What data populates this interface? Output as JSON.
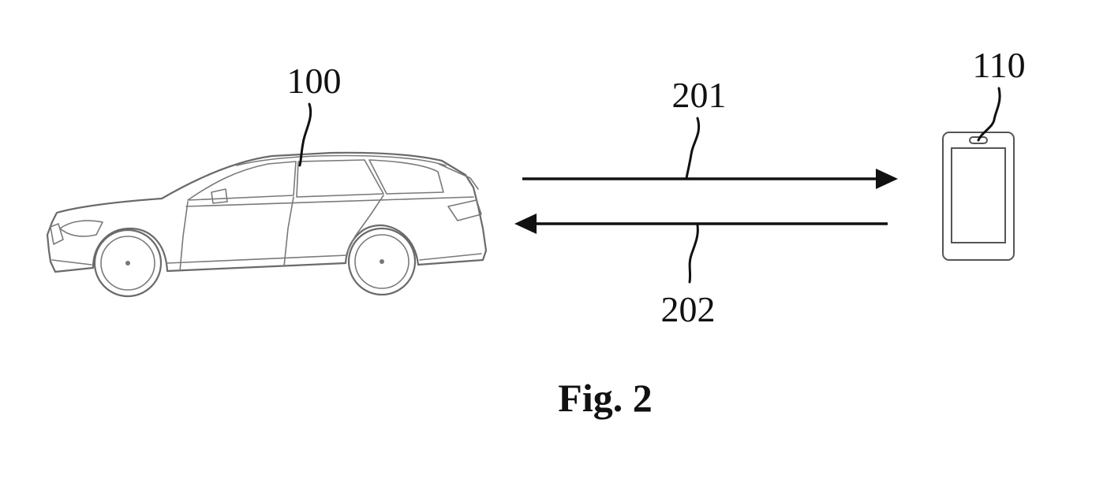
{
  "figure": {
    "caption": "Fig. 2",
    "labels": {
      "vehicle": "100",
      "mobile_device": "110",
      "signal_to_device": "201",
      "signal_to_vehicle": "202"
    },
    "icons": {
      "vehicle": "station-wagon-car-icon",
      "mobile_device": "smartphone-icon"
    },
    "arrows": {
      "signal_to_device_direction": "right",
      "signal_to_vehicle_direction": "left"
    }
  }
}
